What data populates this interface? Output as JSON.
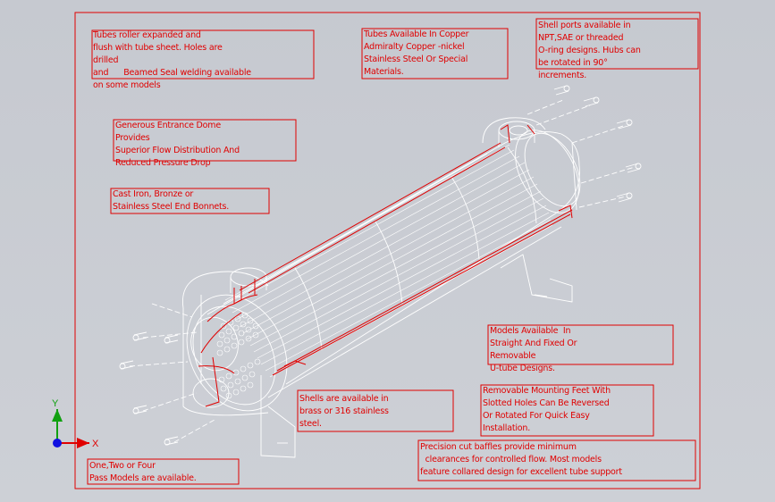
{
  "annotations": {
    "tubes_roller": [
      "Tubes roller expanded and",
      "flush with tube sheet. Holes are",
      "drilled",
      "and      Beamed Seal welding available",
      "on some models"
    ],
    "tubes_material": [
      "Tubes Available In Copper",
      "Admiralty Copper -nickel",
      "Stainless Steel Or Special",
      "Materials."
    ],
    "shell_ports": [
      "Shell ports available in",
      "NPT,SAE or threaded",
      "O-ring designs. Hubs can",
      "be rotated in 90°",
      "increments."
    ],
    "entrance_dome": [
      "Generous Entrance Dome",
      "Provides",
      "Superior Flow Distribution And",
      "Reduced Pressure Drop"
    ],
    "end_bonnets": [
      "Cast Iron, Bronze or",
      "Stainless Steel End Bonnets."
    ],
    "models": [
      "Models Available  In",
      "Straight And Fixed Or",
      "Removable",
      "U-tube Designs."
    ],
    "mounting_feet": [
      "Removable Mounting Feet With",
      "Slotted Holes Can Be Reversed",
      "Or Rotated For Quick Easy",
      "Installation."
    ],
    "shells": [
      "Shells are available in",
      "brass or 316 stainless",
      "steel."
    ],
    "baffles": [
      "Precision cut baffles provide minimum",
      "  clearances for controlled flow. Most models",
      "feature collared design for excellent tube support"
    ],
    "pass_models": [
      "One,Two or Four",
      "Pass Models are available."
    ]
  },
  "axes": {
    "y": "Y",
    "x": "X"
  },
  "colors": {
    "background": "#c8cbd2",
    "annotation": "#e00000",
    "drawing": "#ffffff",
    "y_axis": "#10a010",
    "x_axis": "#e00000",
    "z_axis": "#1010e0"
  }
}
